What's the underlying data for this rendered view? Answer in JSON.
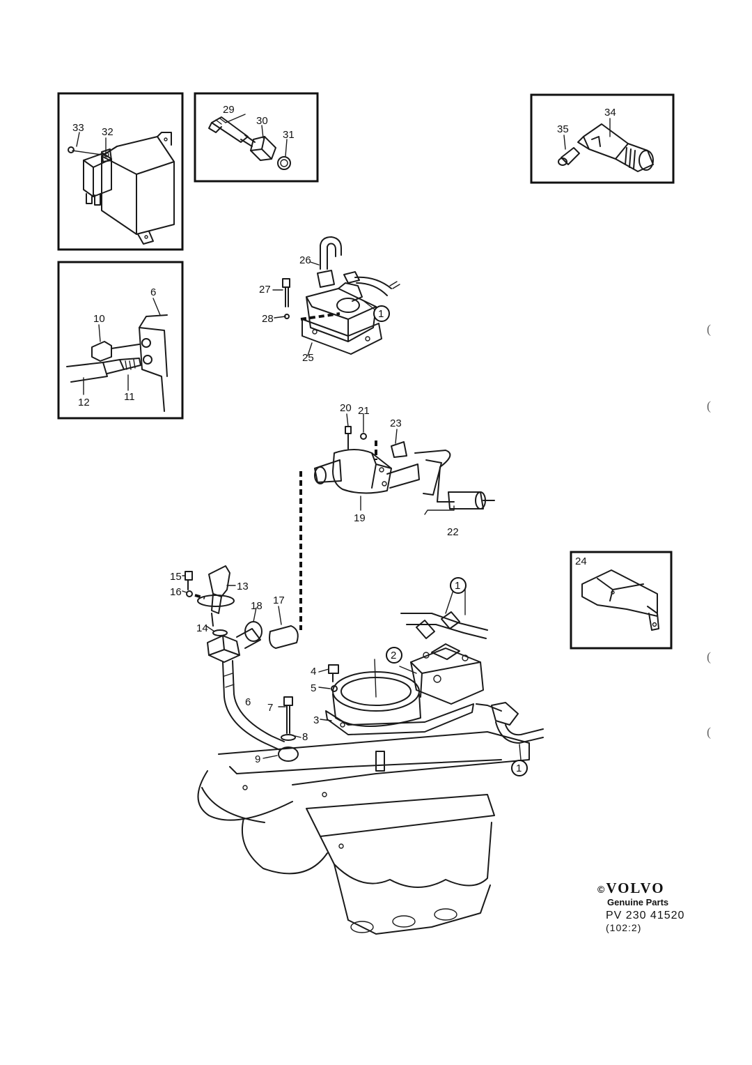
{
  "callouts": {
    "n1a": "1",
    "n1b": "1",
    "n1c": "1",
    "n2": "2",
    "n3": "3",
    "n4": "4",
    "n5": "5",
    "n6a": "6",
    "n6b": "6",
    "n7": "7",
    "n8": "8",
    "n9": "9",
    "n10": "10",
    "n11": "11",
    "n12": "12",
    "n13": "13",
    "n14": "14",
    "n15": "15",
    "n16": "16",
    "n17": "17",
    "n18": "18",
    "n19": "19",
    "n20": "20",
    "n21": "21",
    "n22": "22",
    "n23": "23",
    "n24": "24",
    "n25": "25",
    "n26": "26",
    "n27": "27",
    "n28": "28",
    "n29": "29",
    "n30": "30",
    "n31": "31",
    "n32": "32",
    "n33": "33",
    "n34": "34",
    "n35": "35"
  },
  "logo": {
    "copyright": "©",
    "brand": "VOLVO",
    "tagline": "Genuine Parts",
    "reference": "PV 230 41520",
    "subreference": "(102:2)"
  },
  "margin_marks": {
    "m1": "(",
    "m2": "(",
    "m3": "(",
    "m4": "("
  }
}
